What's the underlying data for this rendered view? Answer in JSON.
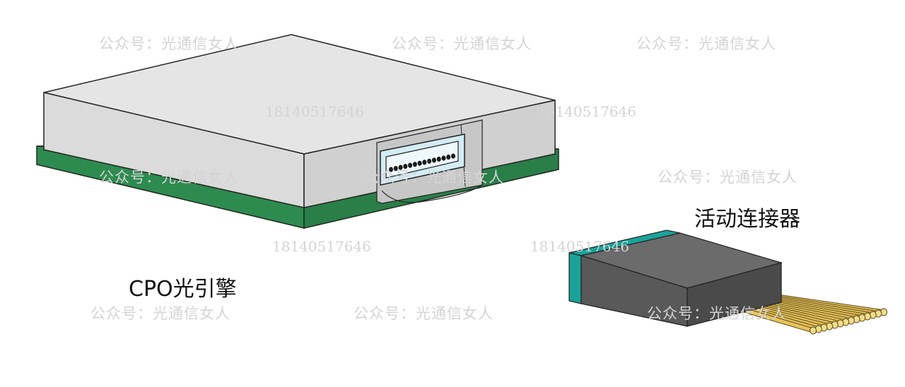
{
  "labels": {
    "engine": "CPO光引擎",
    "connector": "活动连接器"
  },
  "watermarks": {
    "account": "公众号：光通信女人",
    "phone": "18140517646"
  },
  "colors": {
    "pcb_green": "#2e8b4f",
    "module_top": "#e4e5e4",
    "module_front": "#cfd0cf",
    "socket_blue": "#d3ecf5",
    "connector_body": "#6a6a6a",
    "connector_band": "#1aa39a",
    "fiber_gold": "#e8c35a"
  },
  "icons": {
    "engine": "cpo-optical-engine-module",
    "connector": "active-connector-with-fibers"
  }
}
